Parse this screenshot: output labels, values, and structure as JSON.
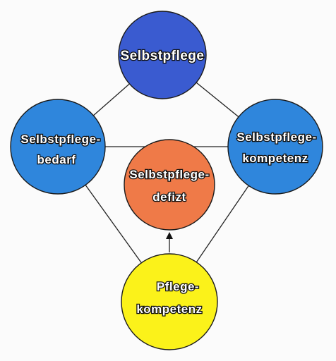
{
  "nodes": {
    "selbstpflege": {
      "lines": [
        "Selbstpflege"
      ],
      "color": "#3a5bd0"
    },
    "bedarf": {
      "lines": [
        "Selbstpflege-",
        "bedarf"
      ],
      "color": "#2f86dc"
    },
    "kompetenz": {
      "lines": [
        "Selbstpflege-",
        "kompetenz"
      ],
      "color": "#2f86dc"
    },
    "defizit": {
      "lines": [
        "Selbstpflege-",
        "defizt"
      ],
      "color": "#ef7a48"
    },
    "pflegekompetenz": {
      "lines": [
        "Pflege-",
        "kompetenz"
      ],
      "color": "#fbf21a"
    }
  }
}
